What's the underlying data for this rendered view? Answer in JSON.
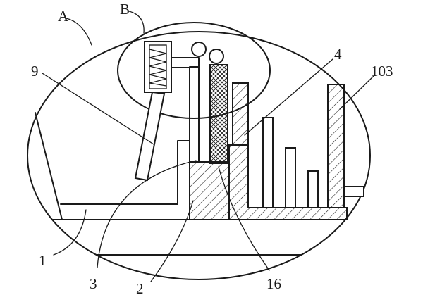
{
  "labels": {
    "a": "A",
    "b": "B",
    "n9": "9",
    "n4": "4",
    "n103": "103",
    "n1": "1",
    "n3": "3",
    "n2": "2",
    "n16": "16"
  }
}
